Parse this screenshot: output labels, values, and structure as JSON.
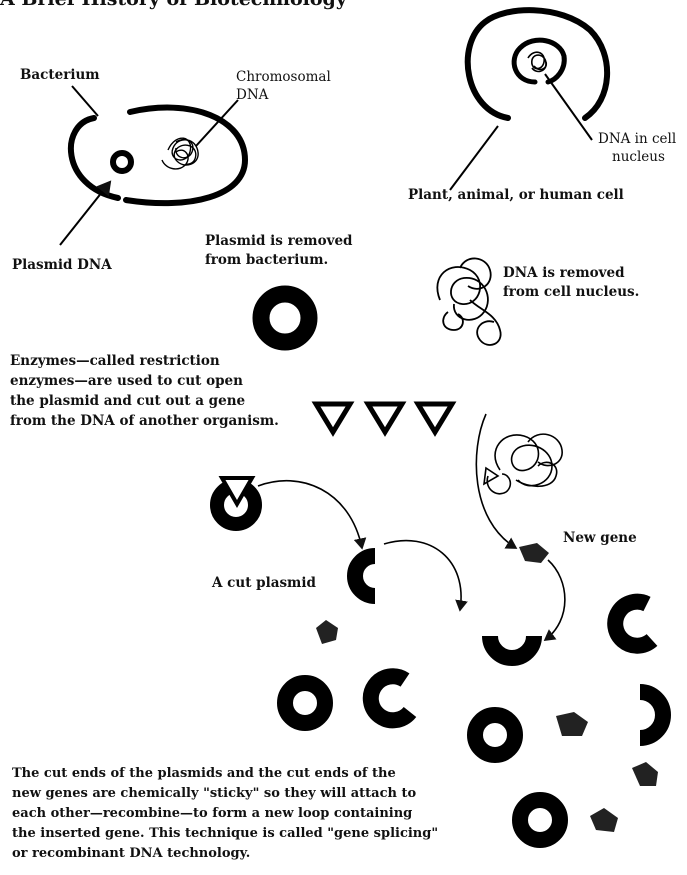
{
  "header_fragment": "A Brief History of Biotechnology",
  "labels": {
    "bacterium": "Bacterium",
    "chromosomal_dna_line1": "Chromosomal",
    "chromosomal_dna_line2": "DNA",
    "plasmid_dna": "Plasmid DNA",
    "dna_in_nucleus_line1": "DNA in cell",
    "dna_in_nucleus_line2": "nucleus",
    "cell_type": "Plant, animal, or human cell",
    "plasmid_removed_line1": "Plasmid is removed",
    "plasmid_removed_line2": "from bacterium.",
    "dna_removed_line1": "DNA is removed",
    "dna_removed_line2": "from cell nucleus.",
    "enzymes_line1": "Enzymes—called restriction",
    "enzymes_line2": "enzymes—are used to cut open",
    "enzymes_line3": "the plasmid and cut out a gene",
    "enzymes_line4": "from the DNA of another organism.",
    "cut_plasmid": "A cut plasmid",
    "new_gene": "New gene"
  },
  "caption": {
    "line1": "The cut ends of the plasmids and the cut ends of the",
    "line2": "new genes are chemically \"sticky\" so they will attach to",
    "line3": "each other—recombine—to form a new loop containing",
    "line4": "the inserted gene. This technique is called \"gene splicing\"",
    "line5": "or recombinant DNA technology."
  }
}
